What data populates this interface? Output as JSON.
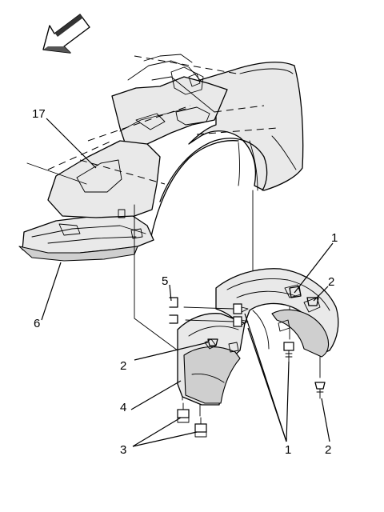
{
  "callouts": {
    "c17": "17",
    "c6": "6",
    "c5": "5",
    "c1_top": "1",
    "c2_right": "2",
    "c2_left": "2",
    "c4": "4",
    "c3": "3",
    "c1_bottom": "1",
    "c2_bottom": "2"
  },
  "icons": {
    "direction_arrow": "arrow-up-left-icon"
  }
}
